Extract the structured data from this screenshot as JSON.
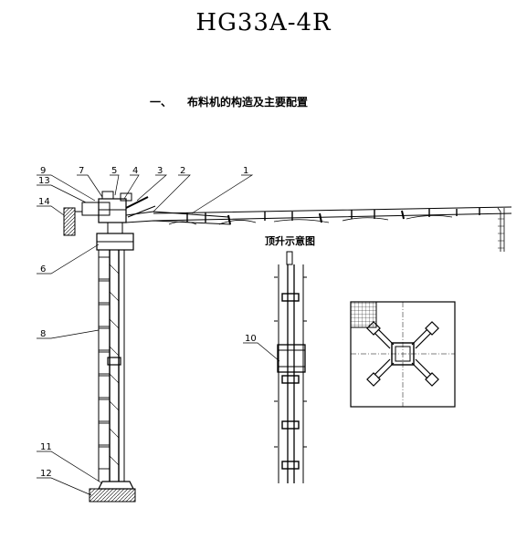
{
  "title": "HG33A-4R",
  "section": {
    "number": "一、",
    "title": "布料机的构造及主要配置"
  },
  "lifting_caption": "顶升示意图",
  "callouts": [
    "1",
    "2",
    "3",
    "4",
    "5",
    "6",
    "7",
    "8",
    "9",
    "10",
    "11",
    "12",
    "13",
    "14"
  ]
}
